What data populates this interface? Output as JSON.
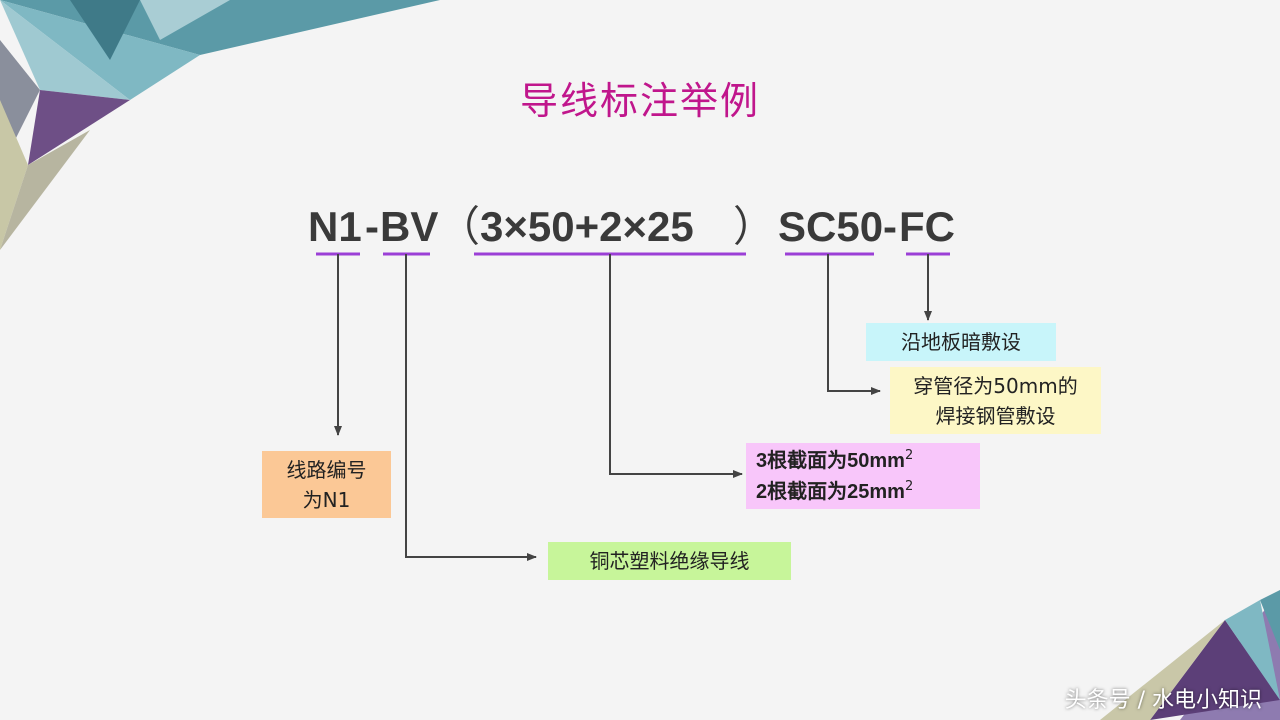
{
  "title": "导线标注举例",
  "formula": {
    "seg_n1": "N1",
    "sep1": "-",
    "seg_bv": "BV",
    "paren_open": "（",
    "seg_cores": "3×50+2×25",
    "paren_close": "）",
    "seg_sc": "SC50",
    "sep2": "-",
    "seg_fc": "FC"
  },
  "labels": {
    "n1": [
      "线路编号",
      "为N1"
    ],
    "bv": "铜芯塑料绝缘导线",
    "cores": {
      "line1": {
        "text": "3根截面为50mm",
        "sup": "2"
      },
      "line2": {
        "text": "2根截面为25mm",
        "sup": "2"
      }
    },
    "sc": [
      "穿管径为50mm的",
      "焊接钢管敷设"
    ],
    "fc": "沿地板暗敷设"
  },
  "colors": {
    "title": "#c0168c",
    "underline": "#9b3fd6",
    "arrow": "#444444",
    "box_n1": "#fbc896",
    "box_bv": "#c7f59a",
    "box_cores": "#f8c6fa",
    "box_sc": "#fdf7c6",
    "box_fc": "#c8f5fa"
  },
  "watermark": "头条号 / 水电小知识"
}
